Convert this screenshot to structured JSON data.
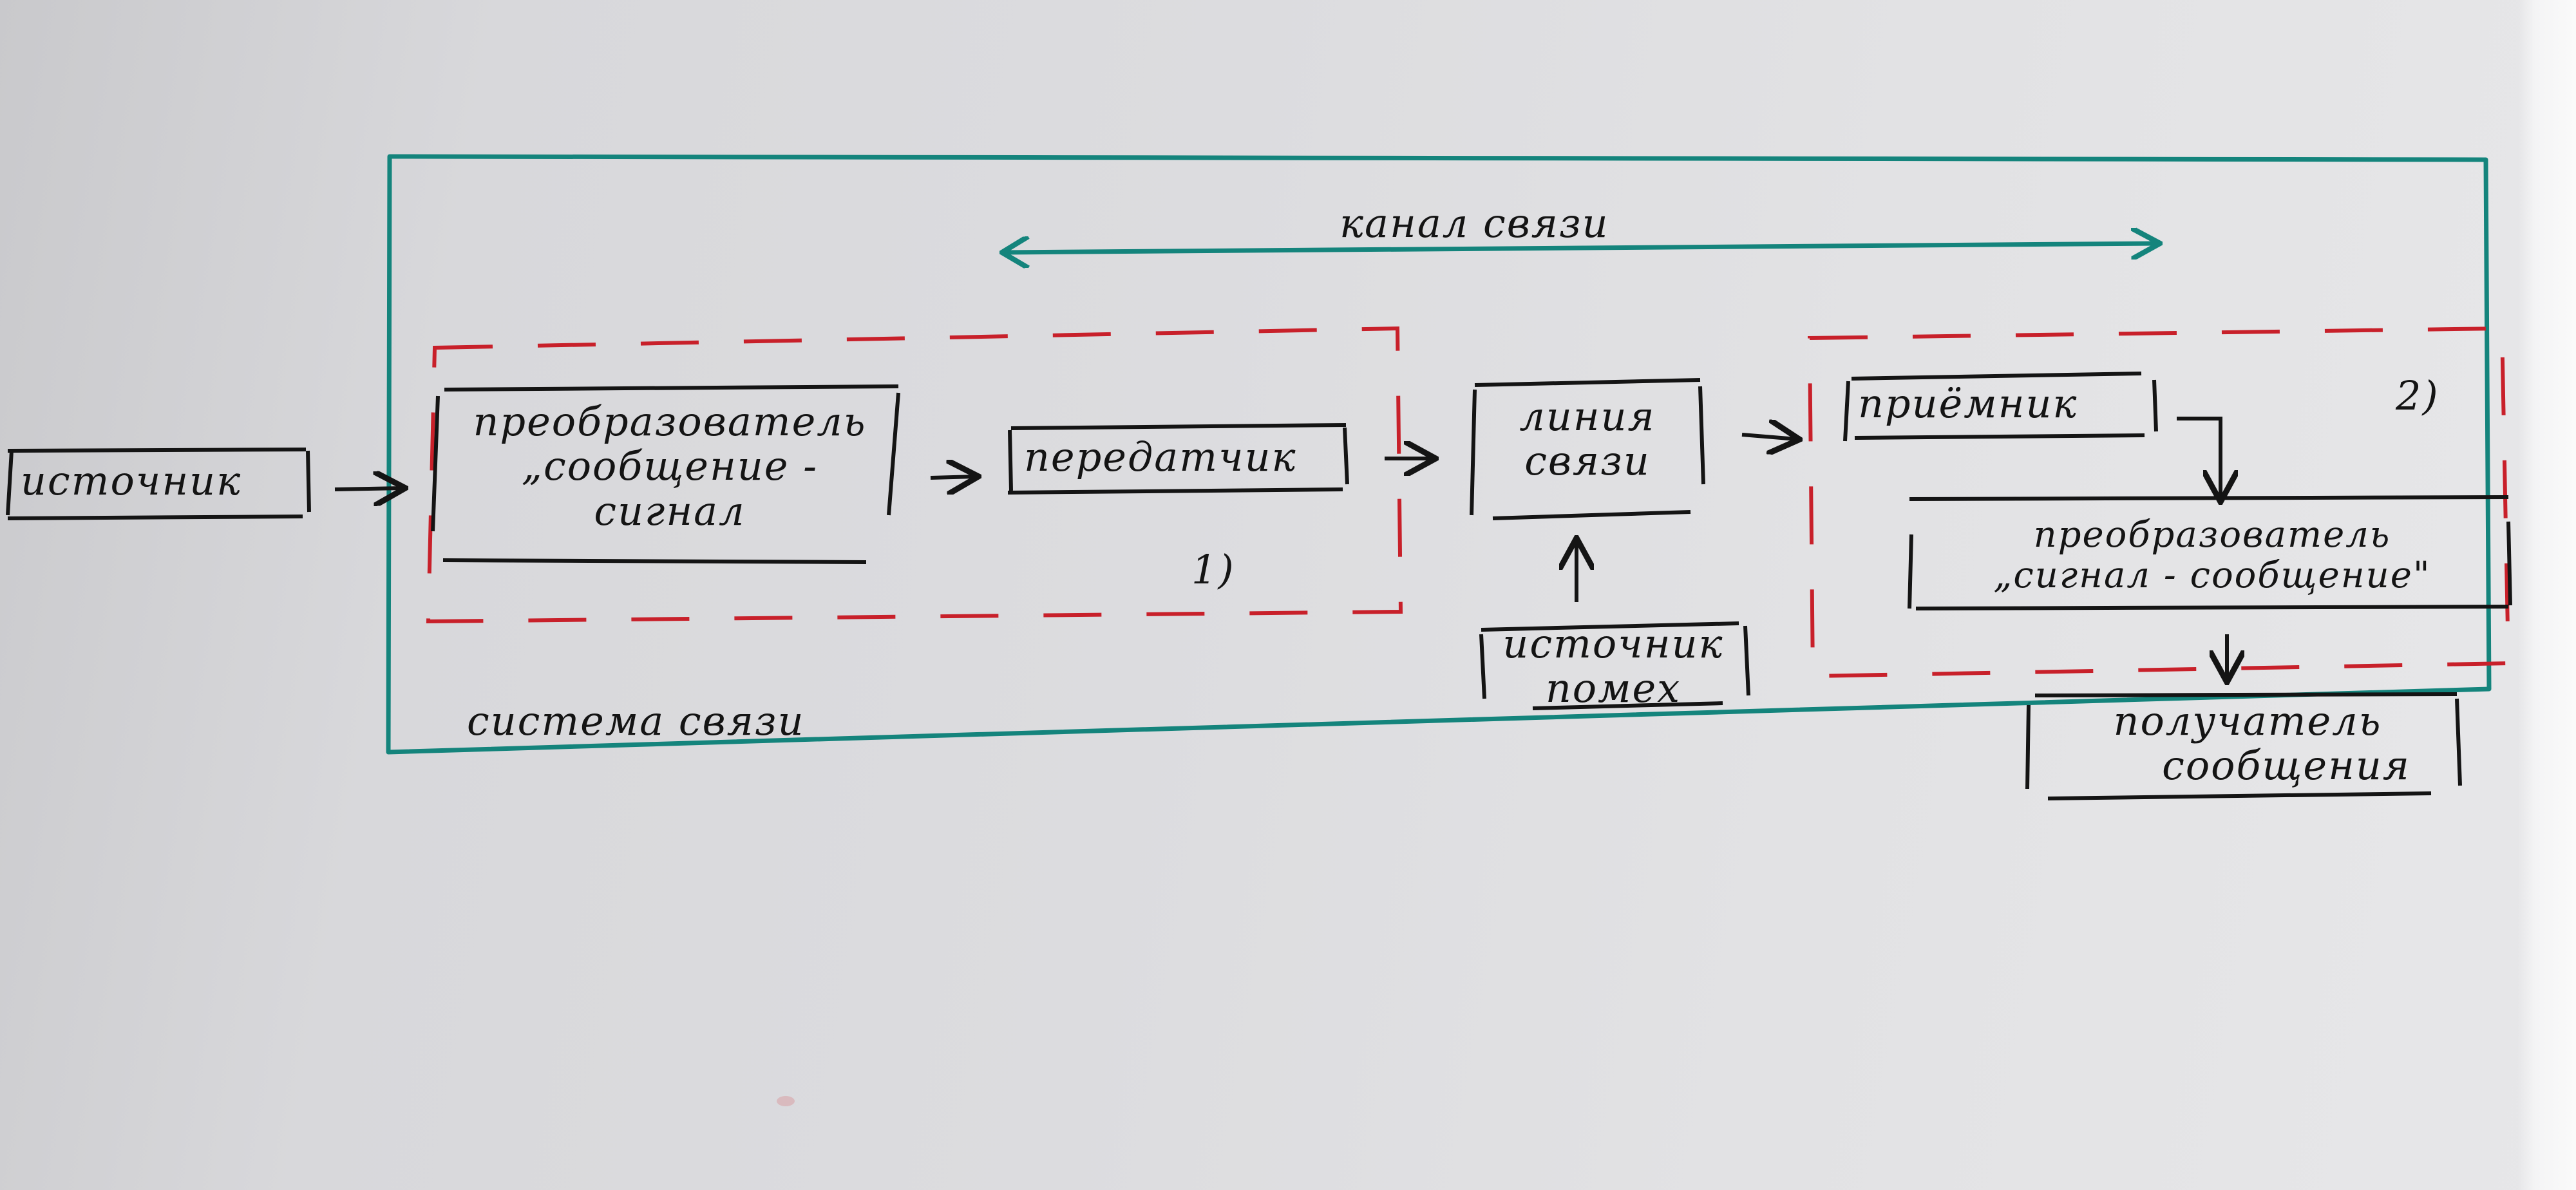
{
  "labels": {
    "source": "источник",
    "channel": "канал связи",
    "converter_tx_line1": "преобразователь",
    "converter_tx_line2": "„сообщение -",
    "converter_tx_line3": "сигнал",
    "transmitter": "передатчик",
    "link_line1": "линия",
    "link_line2": "связи",
    "receiver": "приёмник",
    "marker_1": "1)",
    "marker_2": "2)",
    "converter_rx_line1": "преобразователь",
    "converter_rx_line2": "„сигнал - сообщение\"",
    "noise_line1": "источник",
    "noise_line2": "помех",
    "system": "система связи",
    "recipient_line1": "получатель",
    "recipient_line2": "сообщения"
  },
  "colors": {
    "ink": "#141414",
    "system_frame": "#14847c",
    "dashed_group": "#c8202a"
  }
}
